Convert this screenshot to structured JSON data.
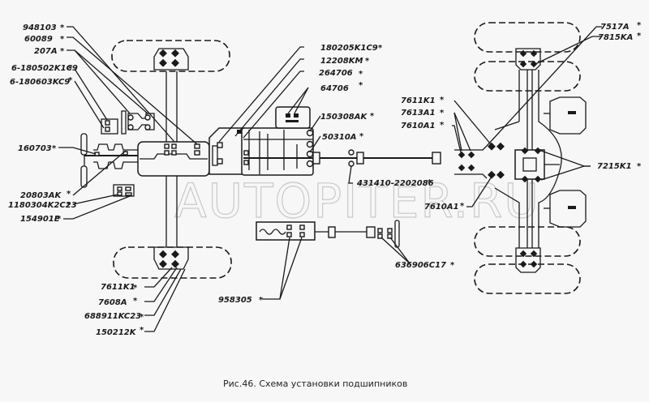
{
  "figure": {
    "caption": "Рис.46. Схема установки подшипников",
    "watermark": "AUTOPITER.RU",
    "marker": "*"
  },
  "labels": {
    "left": [
      {
        "id": "948103",
        "text": "948103"
      },
      {
        "id": "60089",
        "text": "60089"
      },
      {
        "id": "207A",
        "text": "207A"
      },
      {
        "id": "6-180502K1C9",
        "text": "6-180502K1C9"
      },
      {
        "id": "6-180603KC9",
        "text": "6-180603KC9"
      },
      {
        "id": "160703",
        "text": "160703"
      },
      {
        "id": "20803AK",
        "text": "20803AK"
      },
      {
        "id": "1180304K2C23",
        "text": "1180304K2C23"
      },
      {
        "id": "154901E",
        "text": "154901E"
      }
    ],
    "center_top": [
      {
        "id": "180205K1C9",
        "text": "180205K1C9"
      },
      {
        "id": "12208KM",
        "text": "12208KM"
      },
      {
        "id": "264706",
        "text": "264706"
      },
      {
        "id": "64706",
        "text": "64706"
      },
      {
        "id": "150308AK",
        "text": "150308AK"
      },
      {
        "id": "50310A",
        "text": "50310A"
      },
      {
        "id": "431410-2202086",
        "text": "431410-2202086"
      }
    ],
    "center_right": [
      {
        "id": "7611K1-r",
        "text": "7611K1"
      },
      {
        "id": "7613A1",
        "text": "7613A1"
      },
      {
        "id": "7610A1-a",
        "text": "7610A1"
      },
      {
        "id": "7610A1-b",
        "text": "7610A1"
      }
    ],
    "right": [
      {
        "id": "7517A",
        "text": "7517A"
      },
      {
        "id": "7815KA",
        "text": "7815KA"
      },
      {
        "id": "7215K1",
        "text": "7215K1"
      }
    ],
    "bottom": [
      {
        "id": "7611K1-b",
        "text": "7611K1"
      },
      {
        "id": "7608A",
        "text": "7608A"
      },
      {
        "id": "688911KC23",
        "text": "688911KC23"
      },
      {
        "id": "150212K",
        "text": "150212K"
      },
      {
        "id": "958305",
        "text": "958305"
      },
      {
        "id": "636906C17",
        "text": "636906C17"
      }
    ]
  }
}
